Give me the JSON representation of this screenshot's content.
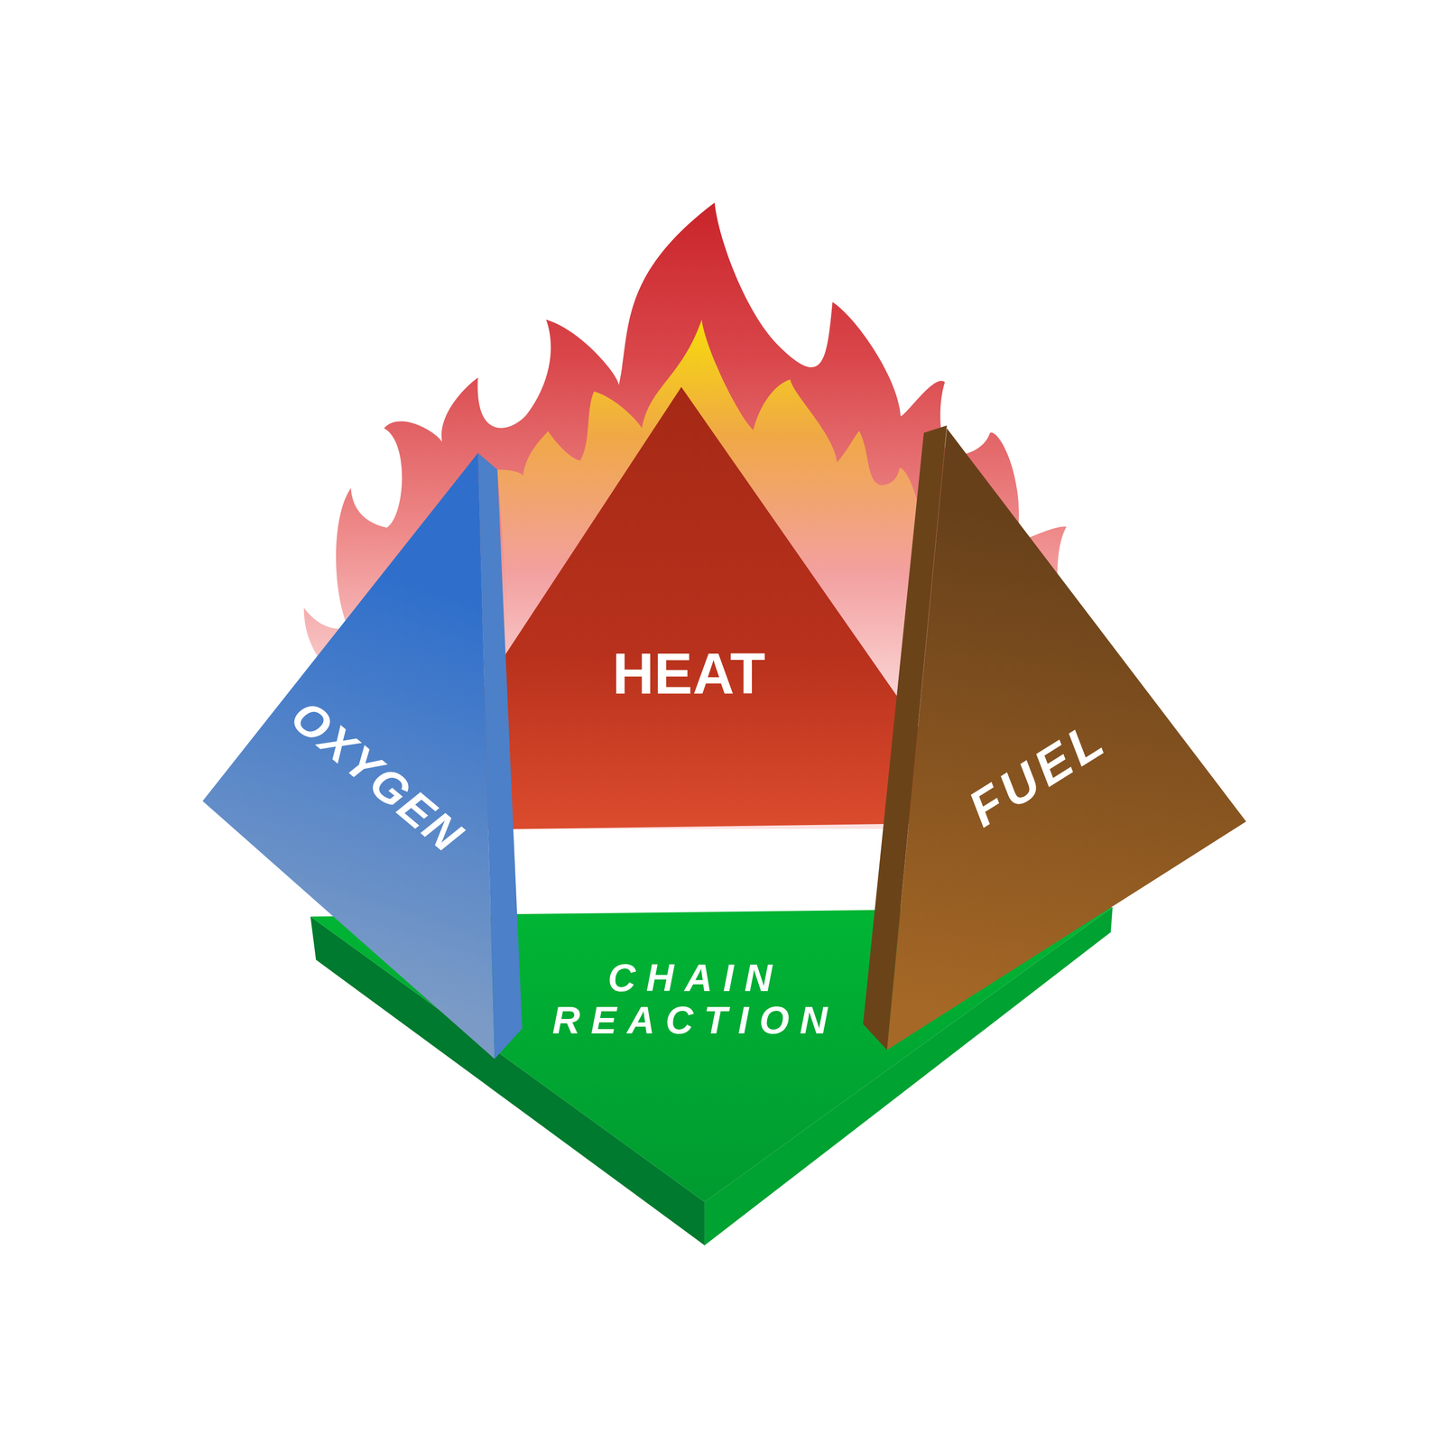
{
  "diagram": {
    "nodes": [
      {
        "text": [
          "HEAT"
        ]
      },
      {
        "text": [
          "OXYGEN"
        ]
      },
      {
        "text": [
          "FUEL"
        ]
      },
      {
        "text": [
          "CHAIN REACTION"
        ]
      }
    ]
  }
}
